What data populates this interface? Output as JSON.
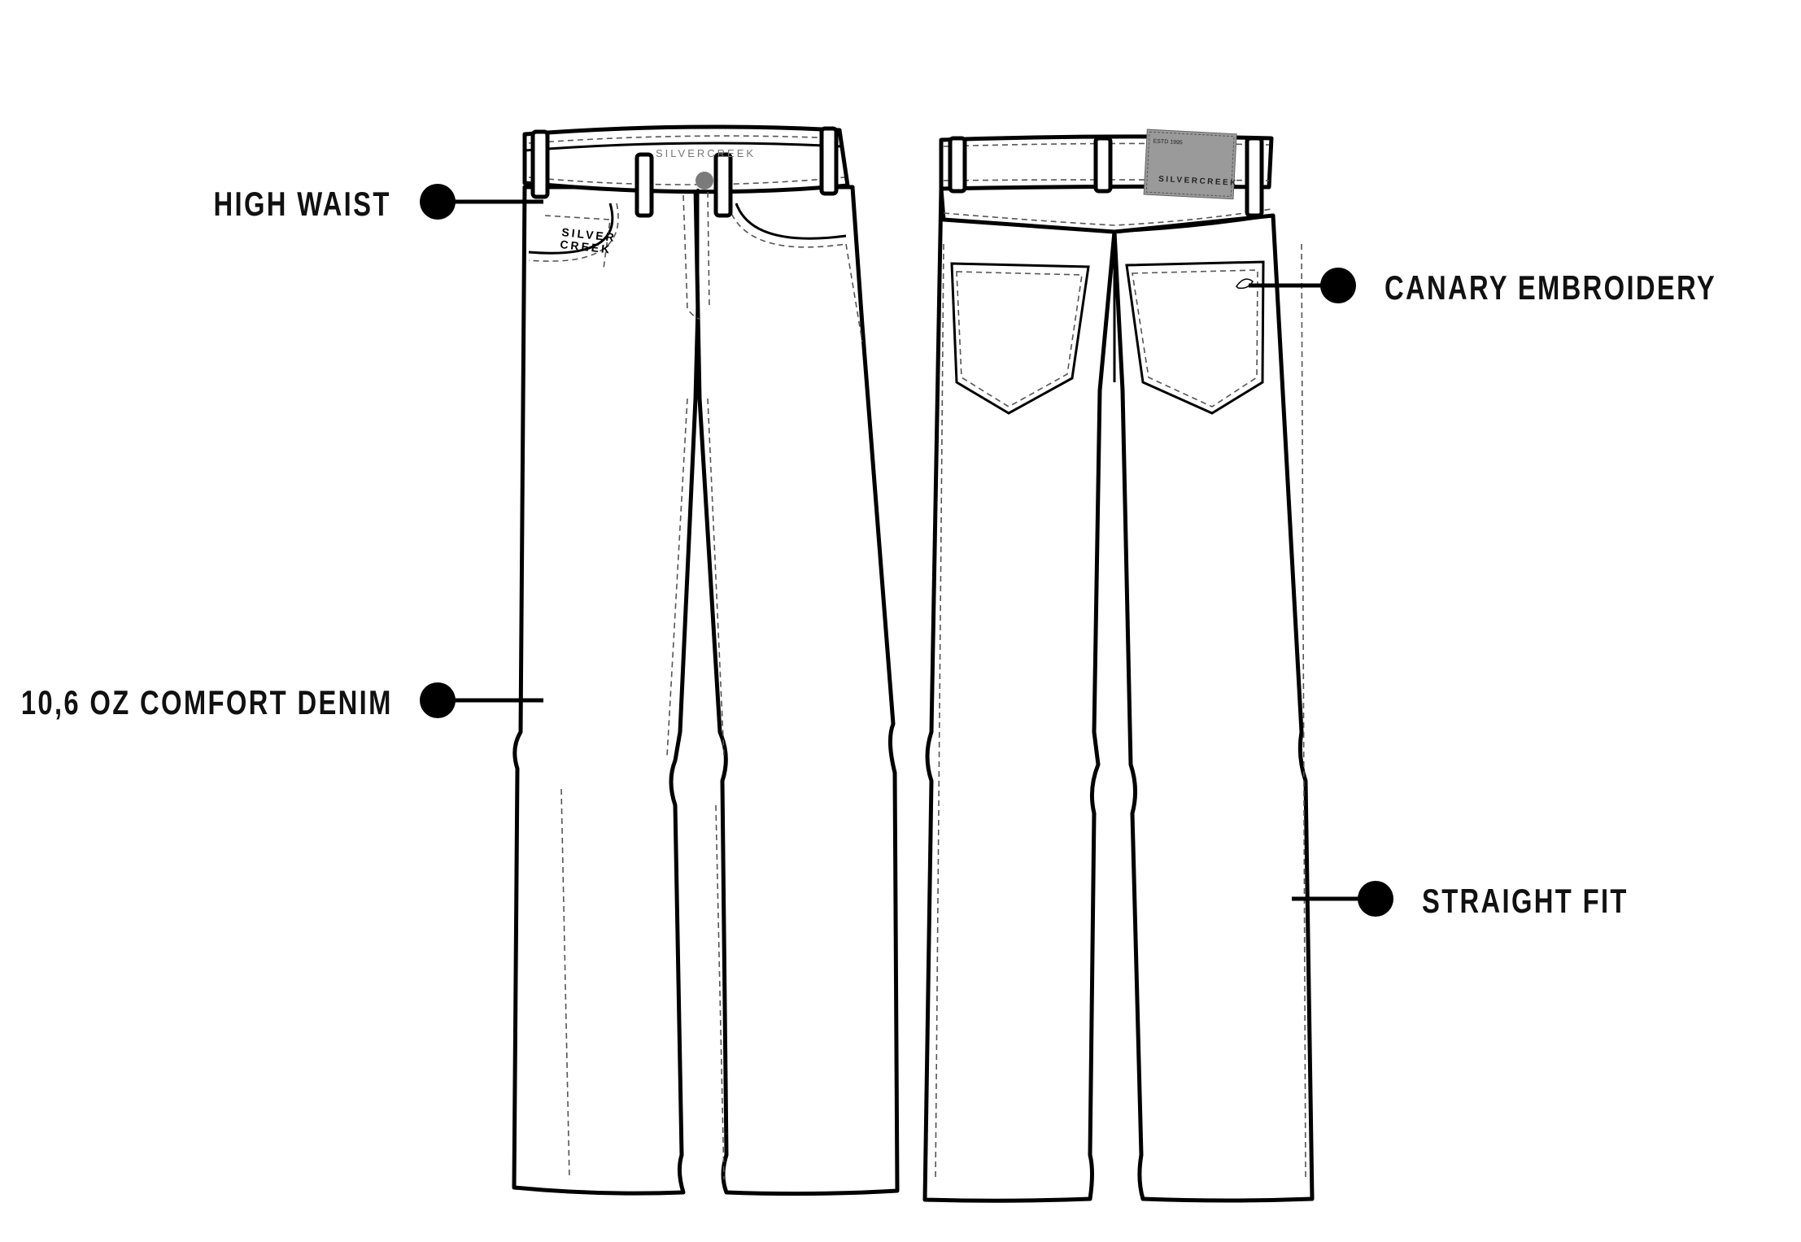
{
  "callouts": {
    "high_waist": "HIGH WAIST",
    "denim": "10,6 OZ COMFORT DENIM",
    "embroidery": "CANARY EMBROIDERY",
    "fit": "STRAIGHT FIT"
  },
  "brand": {
    "front_pocket_line1": "SILVER",
    "front_pocket_line2": "CREEK",
    "waistband_text": "SILVERCREEK",
    "patch_name": "SILVERCREEK",
    "patch_estd": "ESTD 1995"
  },
  "colors": {
    "ink": "#000000",
    "patch": "#9a9a9a",
    "button": "#7a7a7a"
  }
}
